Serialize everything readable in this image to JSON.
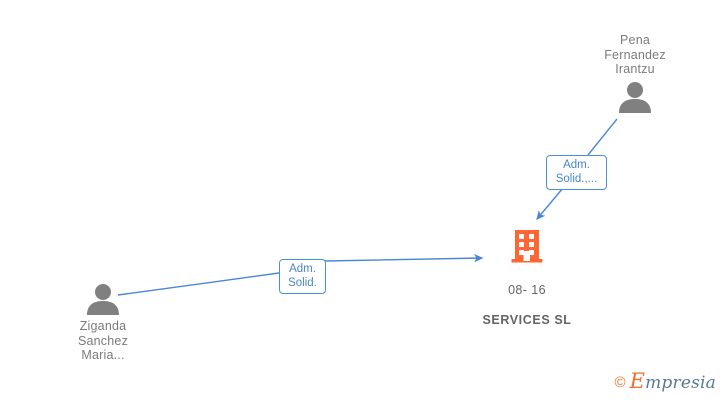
{
  "graph": {
    "background_color": "#ffffff",
    "edge_color": "#4a86d8",
    "company_color": "#ff6633",
    "person_color": "#808080",
    "label_text_color": "#4a86c8",
    "label_border_color": "#4a90d9",
    "name_text_color": "#7b7b7b"
  },
  "nodes": {
    "company": {
      "icon": "building-icon",
      "registry_code": "08- 16",
      "name": "SERVICES SL"
    },
    "person_top_right": {
      "icon": "person-icon",
      "name": "Pena\nFernandez\nIrantzu"
    },
    "person_bottom_left": {
      "icon": "person-icon",
      "name": "Ziganda\nSanchez\nMaria..."
    }
  },
  "edges": [
    {
      "id": "edge-ziganda-to-company",
      "from": "person_bottom_left",
      "to": "company",
      "label": "Adm.\nSolid."
    },
    {
      "id": "edge-pena-to-company",
      "from": "person_top_right",
      "to": "company",
      "label": "Adm.\nSolid.,..."
    }
  ],
  "watermark": {
    "copyright": "©",
    "brand_cap": "E",
    "brand_rest": "mpresia"
  }
}
